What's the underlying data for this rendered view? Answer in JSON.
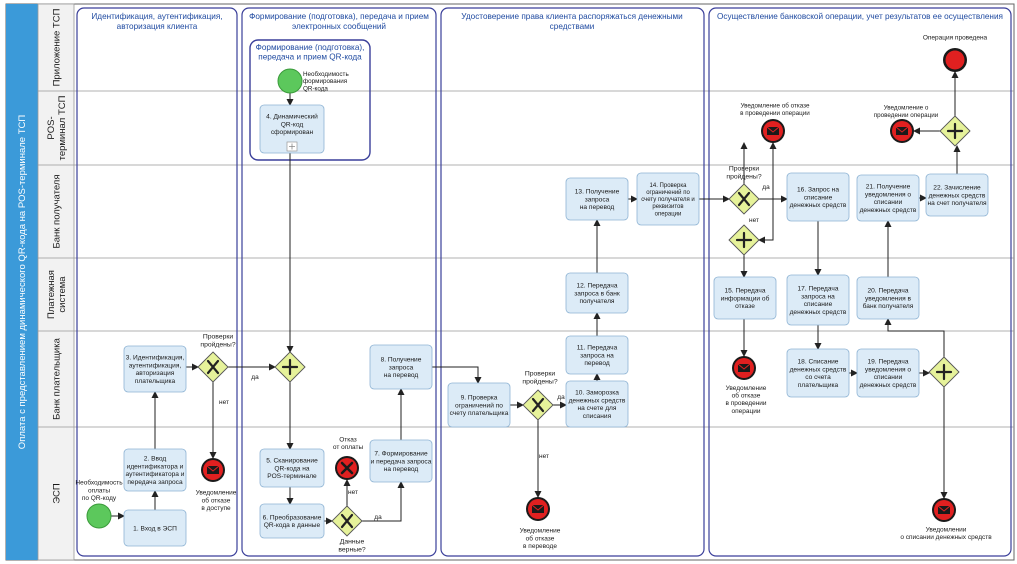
{
  "pool_title": "Оплата с представлением динамического QR-кода на POS-терминале ТСП",
  "lanes": [
    {
      "id": "app",
      "label": [
        "Приложение ТСП"
      ]
    },
    {
      "id": "pos",
      "label": [
        "POS-",
        "терминал ТСП"
      ]
    },
    {
      "id": "recv",
      "label": [
        "Банк получателя"
      ]
    },
    {
      "id": "pay",
      "label": [
        "Платежная",
        "система"
      ]
    },
    {
      "id": "payer",
      "label": [
        "Банк плательщика"
      ]
    },
    {
      "id": "esp",
      "label": [
        "ЭСП"
      ]
    }
  ],
  "phases": [
    {
      "title": [
        "Идентификация, аутентификация,",
        "авторизация клиента"
      ]
    },
    {
      "title": [
        "Формирование (подготовка), передача и прием",
        "электронных сообщений"
      ]
    },
    {
      "title": [
        "Удостоверение права клиента распоряжаться денежными",
        "средствами"
      ]
    },
    {
      "title": [
        "Осуществление банковской операции, учет результатов ее осуществления"
      ]
    }
  ],
  "subprocess_title": [
    "Формирование (подготовка),",
    "передача и прием QR-кода"
  ],
  "tasks": [
    {
      "id": "t1",
      "text": [
        "1. Вход в ЭСП"
      ]
    },
    {
      "id": "t2",
      "text": [
        "2. Ввод",
        "идентификатора и",
        "аутентификатора и",
        "передача запроса"
      ]
    },
    {
      "id": "t3",
      "text": [
        "3. Идентификация,",
        "аутентификация,",
        "авторизация",
        "плательщика"
      ]
    },
    {
      "id": "t4",
      "text": [
        "4. Динамический",
        "QR-код",
        "сформирован"
      ]
    },
    {
      "id": "t5",
      "text": [
        "5. Сканирование",
        "QR-кода на",
        "POS-терминале"
      ]
    },
    {
      "id": "t6",
      "text": [
        "6. Преобразование",
        "QR-кода в данные"
      ]
    },
    {
      "id": "t7",
      "text": [
        "7. Формирование",
        "и передача запроса",
        "на перевод"
      ]
    },
    {
      "id": "t8",
      "text": [
        "8. Получение",
        "запроса",
        "на перевод"
      ]
    },
    {
      "id": "t9",
      "text": [
        "9. Проверка",
        "ограничений по",
        "счету плательщика"
      ]
    },
    {
      "id": "t10",
      "text": [
        "10. Заморозка",
        "денежных средств",
        "на счете для",
        "списания"
      ]
    },
    {
      "id": "t11",
      "text": [
        "11. Передача",
        "запроса на",
        "перевод"
      ]
    },
    {
      "id": "t12",
      "text": [
        "12. Передача",
        "запроса в банк",
        "получателя"
      ]
    },
    {
      "id": "t13",
      "text": [
        "13. Получение",
        "запроса",
        "на перевод"
      ]
    },
    {
      "id": "t14",
      "text": [
        "14. Проверка",
        "ограничений по",
        "счету получателя и",
        "реквизитов",
        "операции"
      ]
    },
    {
      "id": "t15",
      "text": [
        "15. Передача",
        "информации об",
        "отказе"
      ]
    },
    {
      "id": "t16",
      "text": [
        "16. Запрос на",
        "списание",
        "денежных средств"
      ]
    },
    {
      "id": "t17",
      "text": [
        "17. Передача",
        "запроса на",
        "списание",
        "денежных средств"
      ]
    },
    {
      "id": "t18",
      "text": [
        "18. Списание",
        "денежных средств",
        "со счета",
        "плательщика"
      ]
    },
    {
      "id": "t19",
      "text": [
        "19. Передача",
        "уведомления о",
        "списании",
        "денежных средств"
      ]
    },
    {
      "id": "t20",
      "text": [
        "20. Передача",
        "уведомления в",
        "банк получателя"
      ]
    },
    {
      "id": "t21",
      "text": [
        "21. Получение",
        "уведомления о",
        "списании",
        "денежных средств"
      ]
    },
    {
      "id": "t22",
      "text": [
        "22. Зачисление",
        "денежных средств",
        "на счет получателя"
      ]
    }
  ],
  "gateways": {
    "g1": [
      "Проверки",
      "пройдены?"
    ],
    "g2": [
      "Данные",
      "верные?"
    ],
    "g3": [
      "Проверки",
      "пройдены?"
    ],
    "g4": [
      "Проверки",
      "пройдены?"
    ]
  },
  "events": {
    "start_esp": [
      "Необходимость",
      "оплаты",
      "по QR-коду"
    ],
    "start_qr": [
      "Необходимость",
      "формирования",
      "QR-кода"
    ],
    "refusal_otkaz": [
      "Отказ",
      "от оплаты"
    ],
    "end_access_denied": [
      "Уведомление",
      "об отказе",
      "в доступе"
    ],
    "end_transfer_denied": [
      "Уведомление",
      "об отказе",
      "в переводе"
    ],
    "end_op_denied_payer": [
      "Уведомление",
      "об отказе",
      "в проведении",
      "операции"
    ],
    "end_op_denied_pos": [
      "Уведомление об отказе",
      "в проведении операции"
    ],
    "end_op_done_pos": [
      "Уведомление о",
      "проведении операции"
    ],
    "end_done_app": [
      "Операция проведена"
    ],
    "end_debit_notice": [
      "Уведомлении",
      "о списании денежных средств"
    ]
  },
  "flow_labels": {
    "yes": "да",
    "no": "нет"
  },
  "colors": {
    "pool_bg": "#ffffff",
    "lane_header": "#f2f2f2",
    "pool_header": "#3b9ad9",
    "task_fill": "#dcebf7",
    "task_stroke": "#8fb4d4",
    "phase_stroke": "#3a3f9a",
    "gateway_fill": "#e6f29a",
    "start_fill": "#5cc85c",
    "end_fill": "#e02020"
  }
}
